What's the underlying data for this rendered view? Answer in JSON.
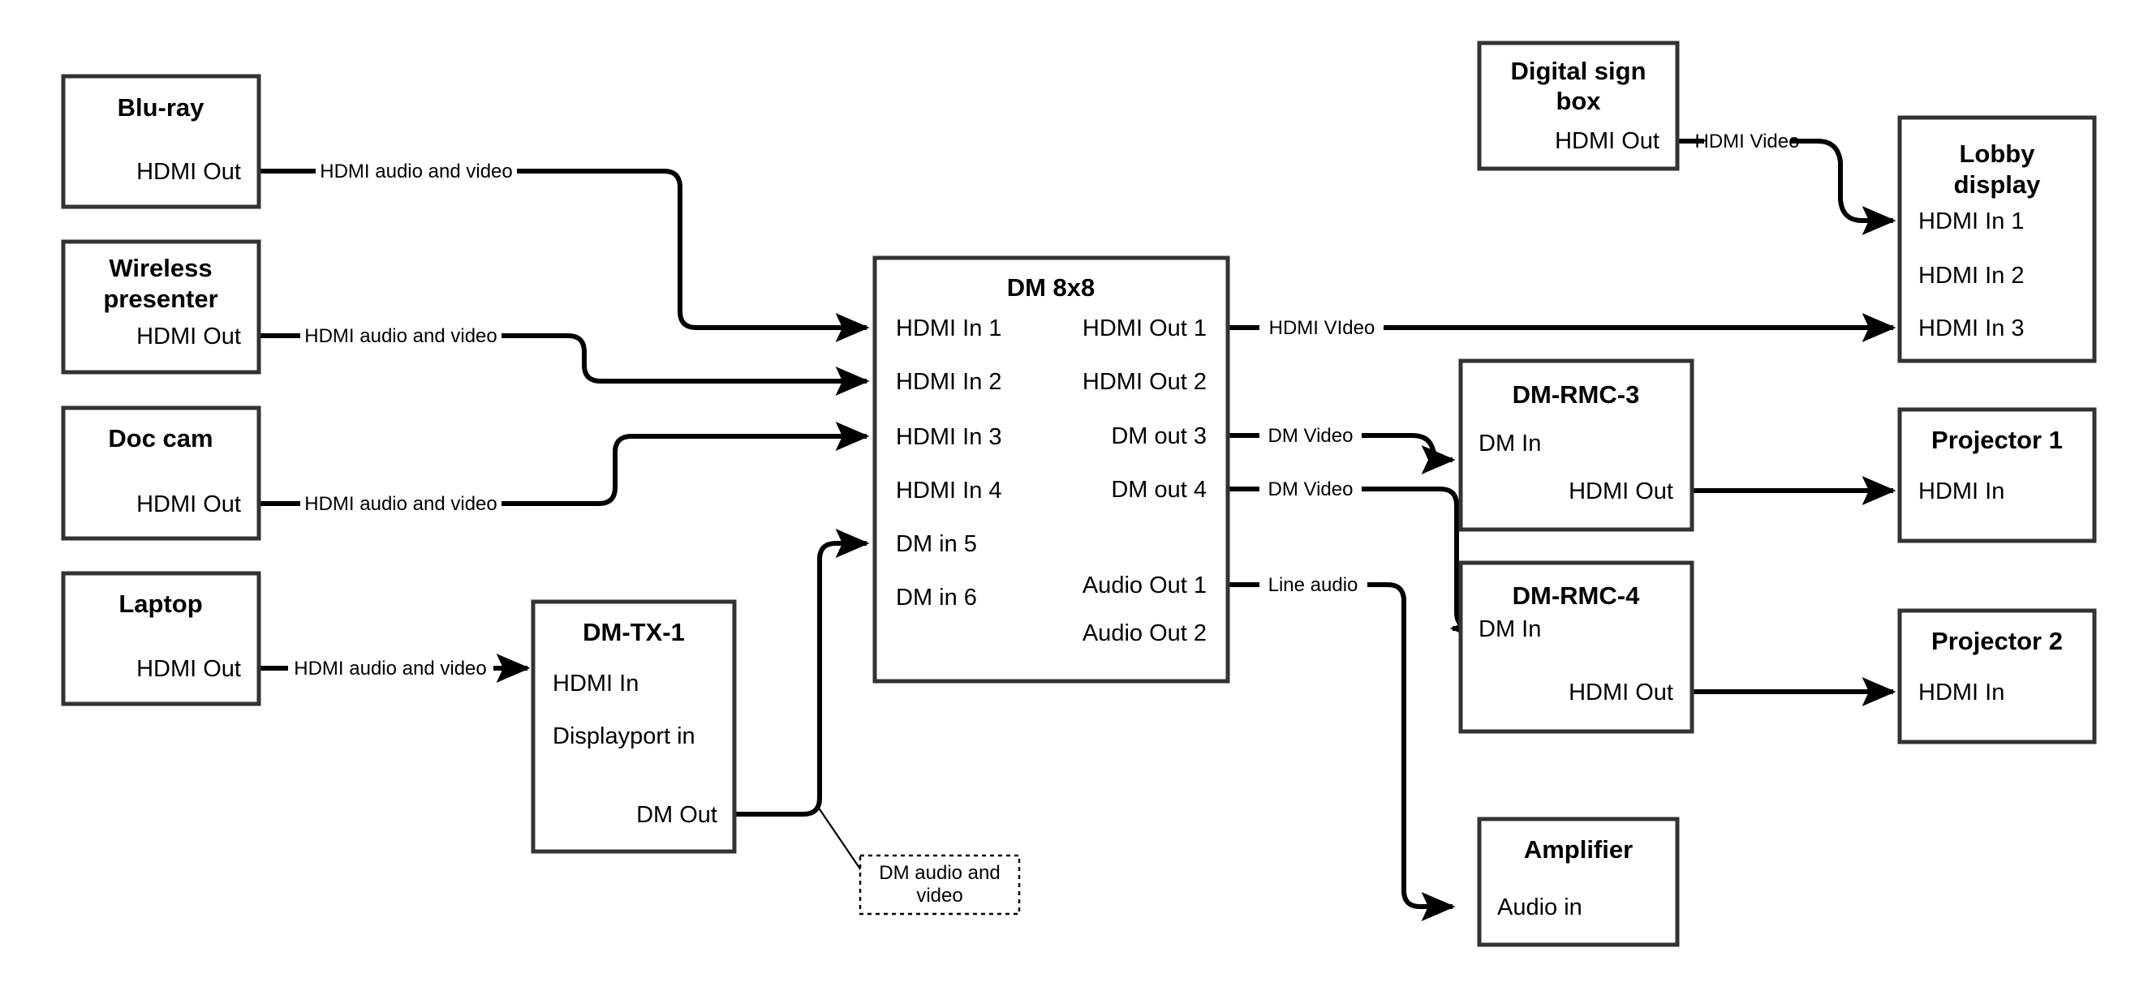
{
  "diagram": {
    "title": "AV Signal Flow Diagram",
    "type": "block-signal-flow",
    "background_color": "#ffffff",
    "box_stroke_color": "#333333",
    "wire_color": "#000000"
  },
  "nodes": {
    "bluray": {
      "title": "Blu-ray",
      "ports": [
        "HDMI Out"
      ]
    },
    "wireless": {
      "title_line1": "Wireless",
      "title_line2": "presenter",
      "ports": [
        "HDMI Out"
      ]
    },
    "doccam": {
      "title": "Doc cam",
      "ports": [
        "HDMI Out"
      ]
    },
    "laptop": {
      "title": "Laptop",
      "ports": [
        "HDMI Out"
      ]
    },
    "dmtx1": {
      "title": "DM-TX-1",
      "in1": "HDMI In",
      "in2": "Displayport in",
      "out1": "DM Out"
    },
    "dm8x8": {
      "title": "DM 8x8",
      "inputs": [
        "HDMI In 1",
        "HDMI In 2",
        "HDMI In 3",
        "HDMI In 4",
        "DM in 5",
        "DM in 6"
      ],
      "outputs": [
        "HDMI Out 1",
        "HDMI Out 2",
        "DM out 3",
        "DM out 4",
        "Audio Out 1",
        "Audio Out 2"
      ]
    },
    "signbox": {
      "title_line1": "Digital sign",
      "title_line2": "box",
      "ports": [
        "HDMI Out"
      ]
    },
    "lobby": {
      "title_line1": "Lobby",
      "title_line2": "display",
      "ports": [
        "HDMI In 1",
        "HDMI In 2",
        "HDMI In 3"
      ]
    },
    "rmc3": {
      "title": "DM-RMC-3",
      "in1": "DM In",
      "out1": "HDMI Out"
    },
    "rmc4": {
      "title": "DM-RMC-4",
      "in1": "DM In",
      "out1": "HDMI Out"
    },
    "proj1": {
      "title": "Projector 1",
      "ports": [
        "HDMI In"
      ]
    },
    "proj2": {
      "title": "Projector 2",
      "ports": [
        "HDMI In"
      ]
    },
    "amp": {
      "title": "Amplifier",
      "ports": [
        "Audio in"
      ]
    }
  },
  "edges": {
    "bluray_to_in1": {
      "label": "HDMI audio and video",
      "from": "Blu-ray HDMI Out",
      "to": "DM 8x8 HDMI In 1"
    },
    "wireless_to_in2": {
      "label": "HDMI audio and video",
      "from": "Wireless presenter HDMI Out",
      "to": "DM 8x8 HDMI In 2"
    },
    "doccam_to_in3": {
      "label": "HDMI audio and video",
      "from": "Doc cam HDMI Out",
      "to": "DM 8x8 HDMI In 3"
    },
    "laptop_to_tx": {
      "label": "HDMI audio and video",
      "from": "Laptop HDMI Out",
      "to": "DM-TX-1 HDMI In"
    },
    "tx_to_in5": {
      "label": "",
      "from": "DM-TX-1 DM Out",
      "to": "DM 8x8 DM in 5"
    },
    "hdmiout1_to_lobby3": {
      "label": "HDMI VIdeo",
      "from": "DM 8x8 HDMI Out 1",
      "to": "Lobby display HDMI In 3"
    },
    "dmout3_to_rmc3": {
      "label": "DM Video",
      "from": "DM 8x8 DM out 3",
      "to": "DM-RMC-3 DM In"
    },
    "dmout4_to_rmc4": {
      "label": "DM Video",
      "from": "DM 8x8 DM out 4",
      "to": "DM-RMC-4 DM In"
    },
    "audio1_to_amp": {
      "label": "Line audio",
      "from": "DM 8x8 Audio Out 1",
      "to": "Amplifier Audio in"
    },
    "sign_to_lobby1": {
      "label": "HDMI Video",
      "from": "Digital sign box HDMI Out",
      "to": "Lobby display HDMI In 1"
    },
    "rmc3_to_proj1": {
      "label": "",
      "from": "DM-RMC-3 HDMI Out",
      "to": "Projector 1 HDMI In"
    },
    "rmc4_to_proj2": {
      "label": "",
      "from": "DM-RMC-4 HDMI Out",
      "to": "Projector 2 HDMI In"
    }
  },
  "annotations": {
    "dm_note_line1": "DM audio and",
    "dm_note_line2": "video"
  }
}
